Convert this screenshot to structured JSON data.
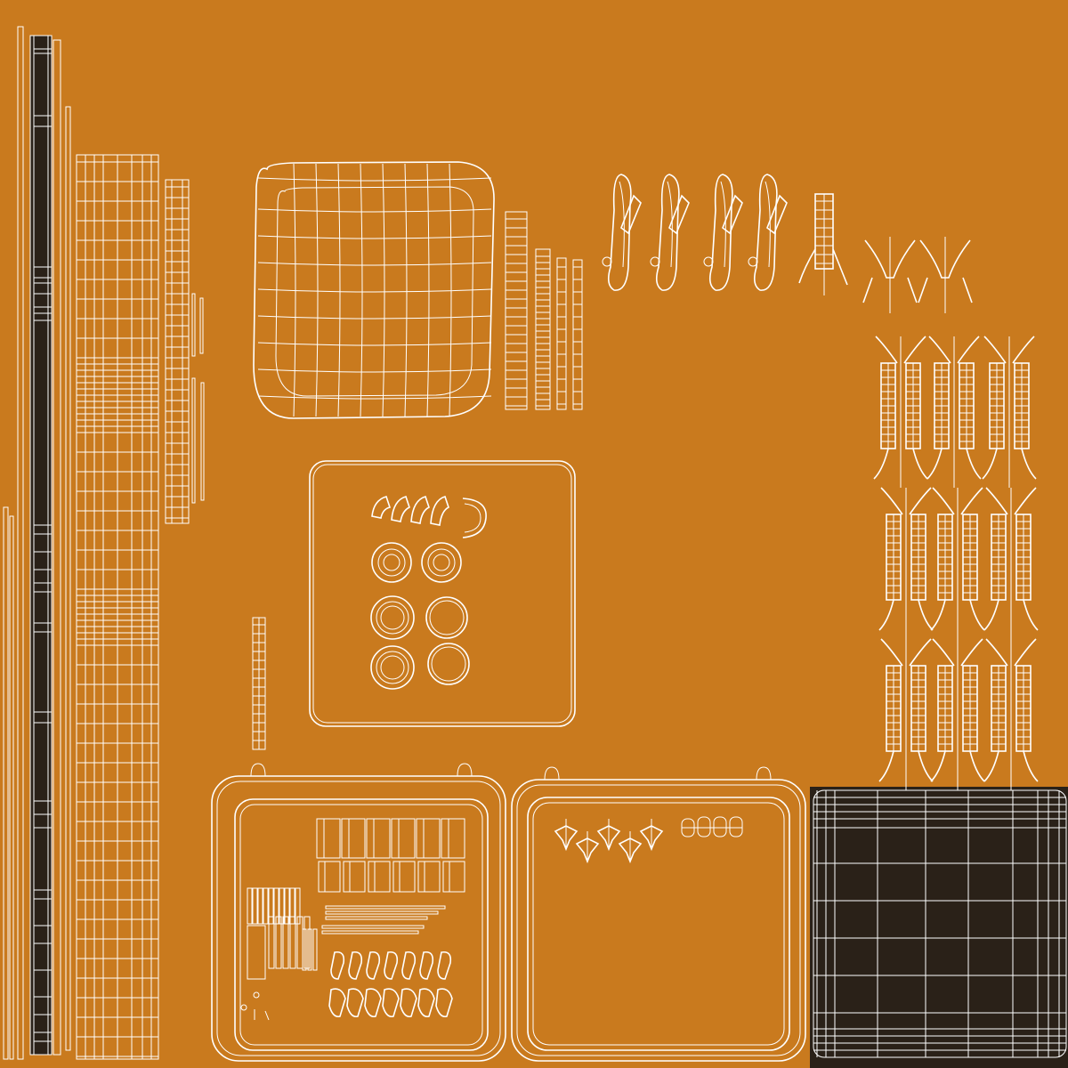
{
  "texture": {
    "background_color": "#c97a1e",
    "wire_color": "#ffffff",
    "dark_fill_color": "#2a2118",
    "islands": [
      {
        "kind": "strip",
        "name": "long-black-strip"
      },
      {
        "kind": "strip",
        "name": "tall-grid-strip"
      },
      {
        "kind": "panel",
        "name": "basket-panel"
      },
      {
        "kind": "panel",
        "name": "rounded-square-panel"
      },
      {
        "kind": "panel",
        "name": "tray-left"
      },
      {
        "kind": "panel",
        "name": "tray-right"
      },
      {
        "kind": "panel",
        "name": "dark-grid-panel"
      },
      {
        "kind": "cluster",
        "name": "handle-pieces"
      },
      {
        "kind": "cluster",
        "name": "fork-pieces"
      }
    ]
  }
}
